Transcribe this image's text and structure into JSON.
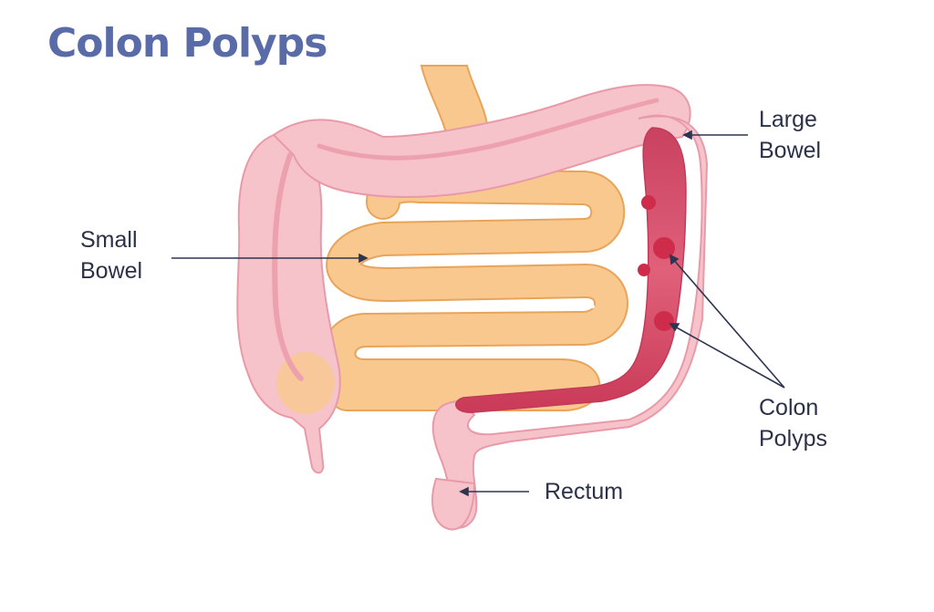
{
  "title": "Colon Polyps",
  "labels": {
    "large_bowel": [
      "Large",
      "Bowel"
    ],
    "small_bowel": [
      "Small",
      "Bowel"
    ],
    "colon_polyps": [
      "Colon",
      "Polyps"
    ],
    "rectum": "Rectum"
  },
  "colors": {
    "title": "#5a6ca8",
    "label_text": "#2b3248",
    "pointer_line": "#2e3550",
    "large_bowel_fill": "#f6c3cb",
    "large_bowel_stroke": "#e89aa8",
    "small_bowel_fill": "#f8c88e",
    "small_bowel_stroke": "#e9a45a",
    "colon_inner": "#d74b66",
    "polyp": "#cf2c4c"
  }
}
